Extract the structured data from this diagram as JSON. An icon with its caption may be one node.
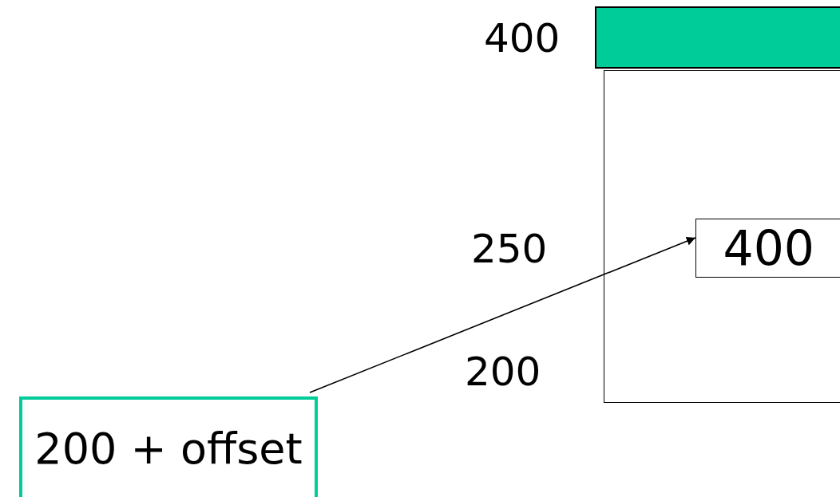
{
  "diagram": {
    "nodes": [
      {
        "text": [],
        "shape": "bar"
      },
      {
        "text": [],
        "shape": "box"
      },
      {
        "text": [
          "400"
        ],
        "in": 1
      },
      {
        "text": [
          "200 + offset"
        ]
      }
    ],
    "edges": [
      {
        "from": 3,
        "to": 2,
        "arrow": "to"
      }
    ],
    "labels": [
      "400",
      "250",
      "200"
    ]
  }
}
